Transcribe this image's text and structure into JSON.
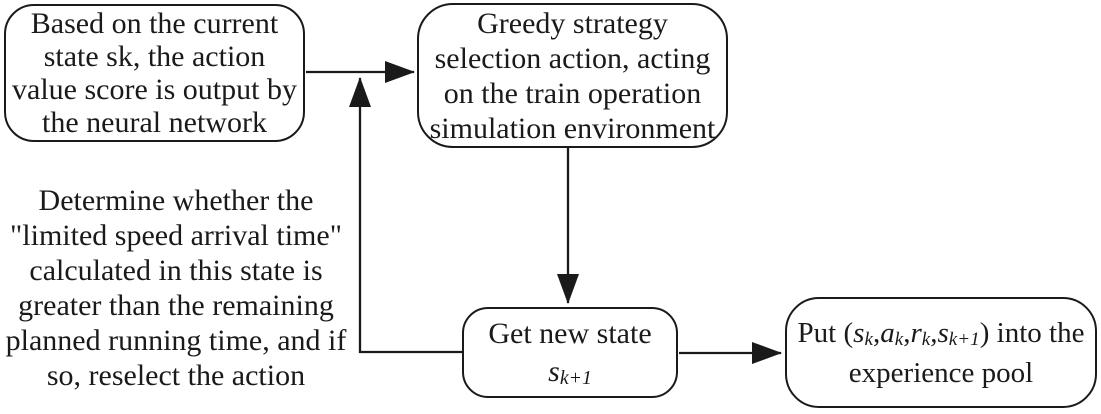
{
  "theme": {
    "stroke": "#1a1a1a",
    "text": "#1a1a1a",
    "bg": "#ffffff"
  },
  "diagram": {
    "nodes": {
      "neural": {
        "lines": [
          "Based on the current",
          "state sk, the action",
          "value score is output by",
          "the neural network"
        ]
      },
      "greedy": {
        "lines": [
          "Greedy strategy",
          "selection action, acting",
          "on the train operation",
          "simulation environment"
        ]
      },
      "new_state": {
        "label": "Get new state",
        "state_base": "s",
        "state_sub": "k+1"
      },
      "experience": {
        "parts": [
          {
            "t": "Put ("
          },
          {
            "t": "s"
          },
          {
            "t": "k"
          },
          {
            "t": ","
          },
          {
            "t": "a"
          },
          {
            "t": "k"
          },
          {
            "t": ","
          },
          {
            "t": "r"
          },
          {
            "t": "k"
          },
          {
            "t": ","
          },
          {
            "t": "s"
          },
          {
            "t": "k+1"
          },
          {
            "t": ") into the"
          }
        ],
        "line2": "experience pool"
      }
    },
    "note": {
      "lines": [
        "Determine whether the",
        "\"limited speed arrival time\"",
        "calculated in this state is",
        "greater than the remaining",
        "planned running time, and if",
        "so, reselect the action"
      ]
    }
  }
}
